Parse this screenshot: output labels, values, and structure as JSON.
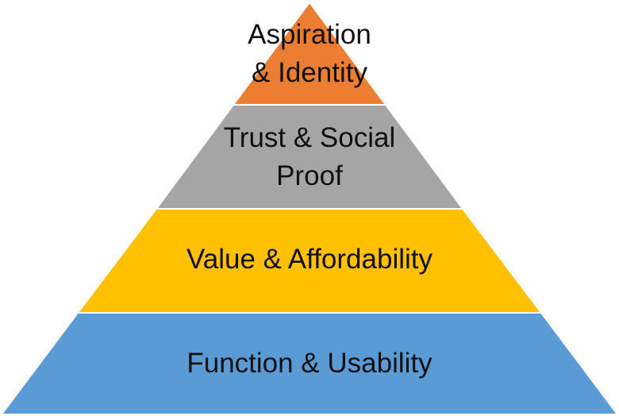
{
  "pyramid": {
    "levels": [
      {
        "label": "Aspiration\n& Identity",
        "color": "#ED7D31"
      },
      {
        "label": "Trust & Social\nProof",
        "color": "#A5A5A5"
      },
      {
        "label": "Value & Affordability",
        "color": "#FFC000"
      },
      {
        "label": "Function & Usability",
        "color": "#5B9BD5"
      }
    ]
  }
}
